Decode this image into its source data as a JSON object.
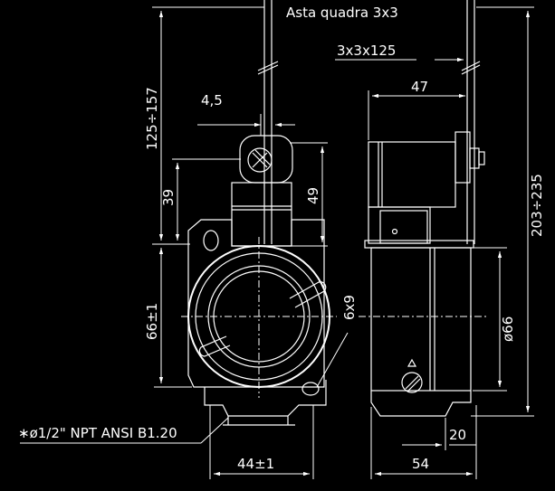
{
  "labels": {
    "rod_note": "Asta quadra 3x3",
    "rod_size": "3x3x125",
    "dim_offset": "4,5",
    "dim_height_range": "125÷157",
    "dim_39": "39",
    "dim_49": "49",
    "dim_66": "66±1",
    "dim_holes": "6x9",
    "dim_width_left": "44±1",
    "dim_47": "47",
    "dim_total_height": "203÷235",
    "dim_diameter": "ø66",
    "dim_20": "20",
    "dim_54": "54",
    "thread_note": "∗ø1/2\" NPT ANSI B1.20"
  }
}
